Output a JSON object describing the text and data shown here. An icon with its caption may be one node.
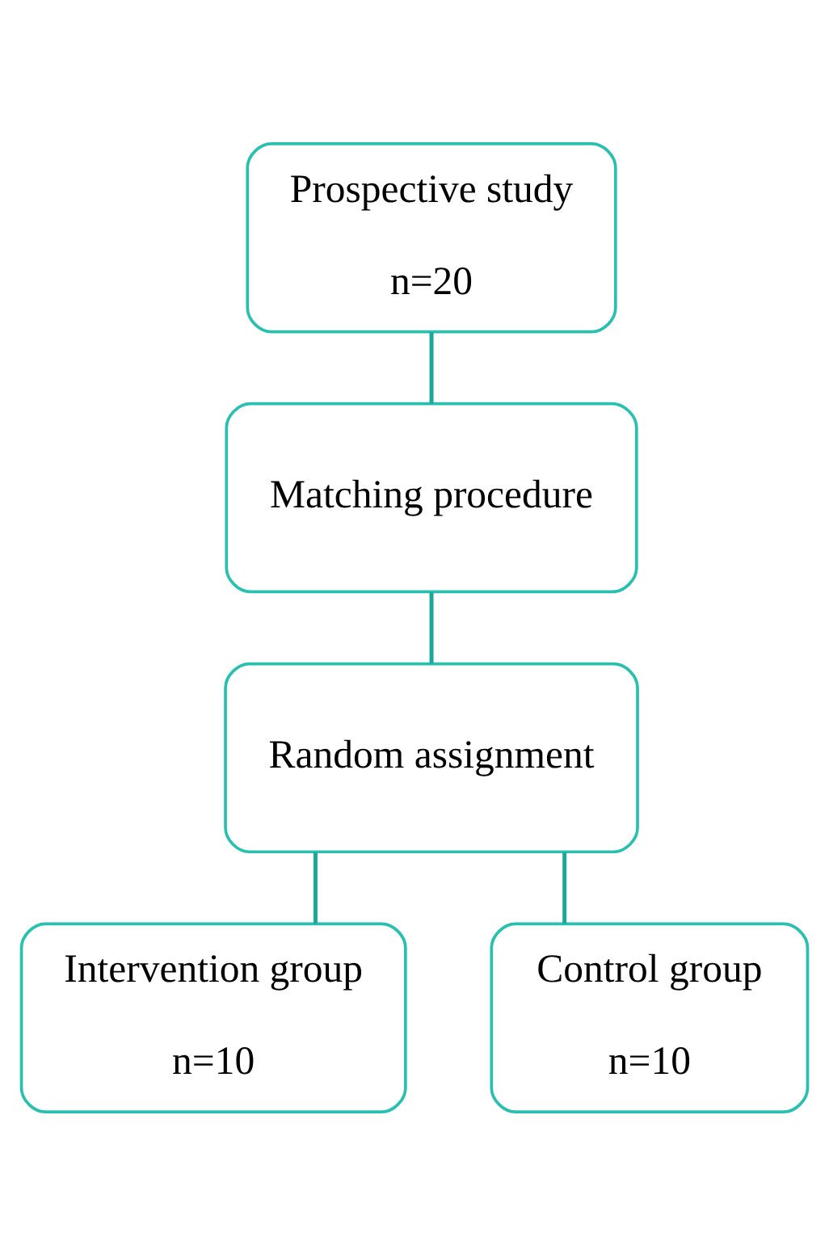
{
  "diagram": {
    "nodes": [
      {
        "text": [
          "Prospective study",
          "n=20"
        ]
      },
      {
        "text": [
          "Matching procedure"
        ]
      },
      {
        "text": [
          "Random assignment"
        ]
      },
      {
        "text": [
          "Intervention group",
          "n=10"
        ]
      },
      {
        "text": [
          "Control group",
          "n=10"
        ]
      }
    ],
    "edges": [
      {
        "from": 0,
        "to": 1,
        "arrow": "none"
      },
      {
        "from": 1,
        "to": 2,
        "arrow": "none"
      },
      {
        "from": 2,
        "to": 3,
        "arrow": "none"
      },
      {
        "from": 2,
        "to": 4,
        "arrow": "none"
      }
    ]
  }
}
